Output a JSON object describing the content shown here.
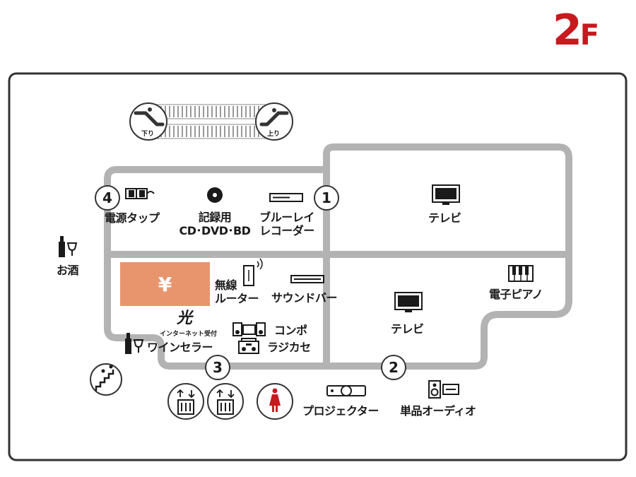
{
  "floor": {
    "number": "2",
    "letter": "F"
  },
  "escalators": {
    "down_label": "下り",
    "up_label": "上り"
  },
  "areas": {
    "power_tap": "電源タップ",
    "disc_line1": "記録用",
    "disc_line2": "CD･DVD･BD",
    "bluray_line1": "ブルーレイ",
    "bluray_line2": "レコーダー",
    "tv_upper": "テレビ",
    "tv_lower": "テレビ",
    "router_line1": "無線",
    "router_line2": "ルーター",
    "soundbar": "サウンドバー",
    "piano": "電子ピアノ",
    "hikari_logo": "光",
    "hikari_sub": "インターネット受付",
    "compo": "コンポ",
    "radicase": "ラジカセ",
    "wine_cellar": "ワインセラー",
    "liquor": "お酒",
    "projector": "プロジェクター",
    "audio": "単品オーディオ",
    "yen_symbol": "¥"
  },
  "badges": {
    "b1": "1",
    "b2": "2",
    "b3": "3",
    "b4": "4"
  },
  "colors": {
    "accent": "#c8191e",
    "path": "#b3b3b3",
    "cashier": "#e8956e",
    "border": "#333333"
  }
}
